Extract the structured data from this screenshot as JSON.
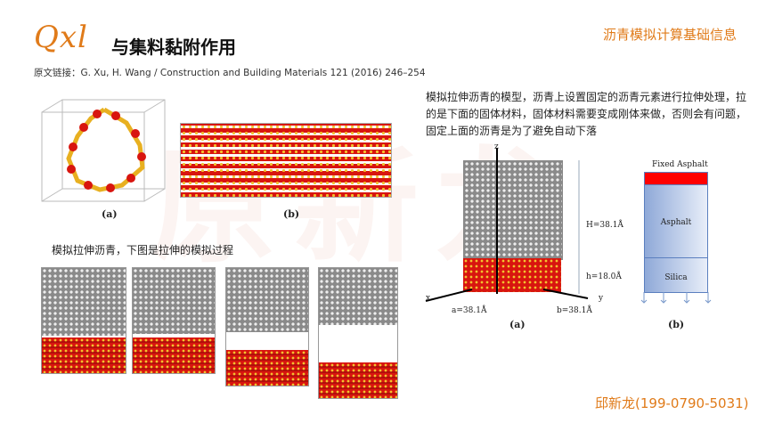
{
  "header": {
    "logo": "Qxl",
    "title": "与集料黏附作用",
    "citation": "原文链接：G. Xu, H. Wang / Construction and Building Materials 121 (2016) 246–254",
    "top_right": "沥青模拟计算基础信息"
  },
  "left": {
    "fig_a_label": "(a)",
    "fig_b_label": "(b)",
    "subtitle": "模拟拉伸沥青，下图是拉伸的模拟过程"
  },
  "right": {
    "description": "模拟拉伸沥青的模型，沥青上设置固定的沥青元素进行拉伸处理，拉的是下面的固体材料，固体材料需要变成刚体来做，否则会有问题，固定上面的沥青是为了避免自动下落",
    "fig_a": {
      "z": "z",
      "x": "x",
      "y": "y",
      "H": "H=38.1Å",
      "h": "h=18.0Å",
      "a": "a=38.1Å",
      "b": "b=38.1Å",
      "label": "(a)"
    },
    "fig_b": {
      "fixed": "Fixed Asphalt",
      "asphalt": "Asphalt",
      "silica": "Silica",
      "label": "(b)"
    }
  },
  "footer": {
    "contact": "邱新龙(199-0790-5031)"
  },
  "colors": {
    "accent": "#e07b1a",
    "silica": "#d8150f",
    "asphalt_box": "#5b7fbf"
  }
}
